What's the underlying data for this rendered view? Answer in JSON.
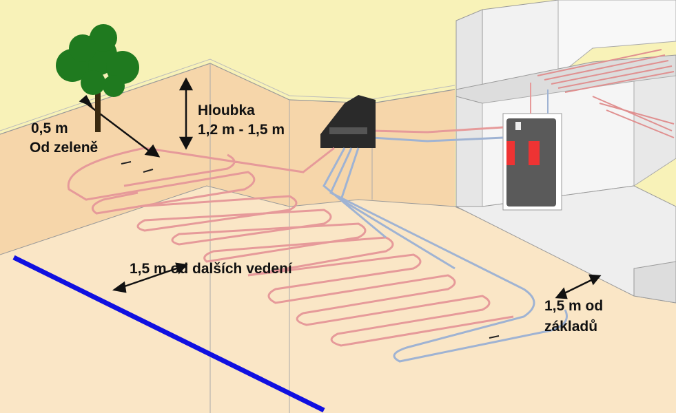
{
  "labels": {
    "distance_green_value": "0,5 m",
    "distance_green_text": "Od zeleně",
    "depth_title": "Hloubka",
    "depth_value": "1,2 m - 1,5 m",
    "distance_utilities": "1,5 m od dalších vedení",
    "distance_foundation_1": "1,5 m od",
    "distance_foundation_2": "základů"
  },
  "colors": {
    "sky": "#f8f2b8",
    "ground_wall": "#f6d6aa",
    "ground_surface": "#fae6c6",
    "pipe_warm": "#e69a9a",
    "pipe_cold": "#9fb3d3",
    "utility_line": "#1010e0"
  }
}
